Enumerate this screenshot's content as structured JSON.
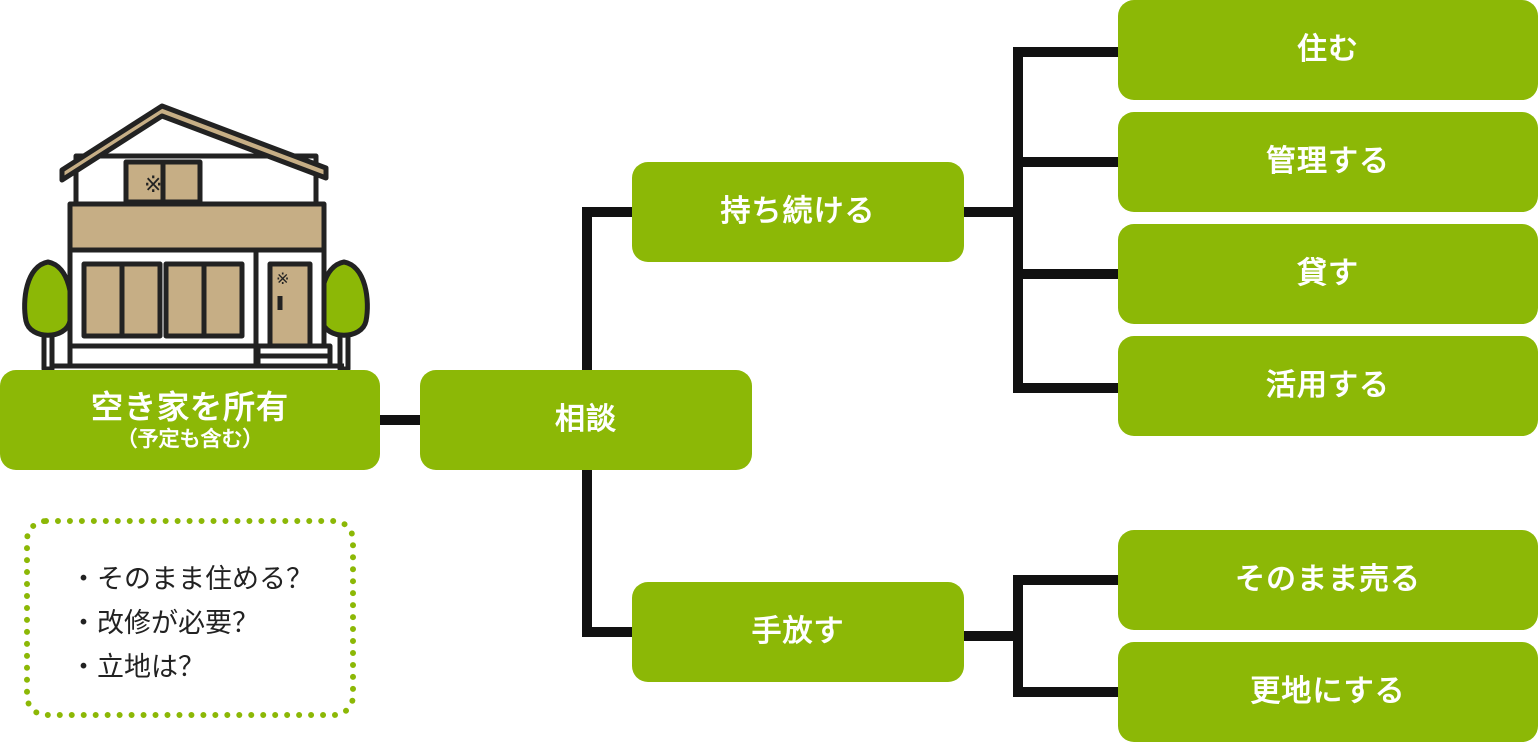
{
  "colors": {
    "node_fill": "#8cb806",
    "node_text": "#ffffff",
    "connector": "#111111",
    "house_tan": "#c6ae85",
    "tree_green": "#8cb806"
  },
  "illustration": {
    "house_icon": "house-icon",
    "tree_icon": "tree-icon"
  },
  "nodes": {
    "owner": {
      "label": "空き家を所有",
      "sub": "（予定も含む）"
    },
    "consult": {
      "label": "相談"
    },
    "keep": {
      "label": "持ち続ける"
    },
    "release": {
      "label": "手放す"
    },
    "live": {
      "label": "住む"
    },
    "manage": {
      "label": "管理する"
    },
    "rent": {
      "label": "貸す"
    },
    "use": {
      "label": "活用する"
    },
    "sell": {
      "label": "そのまま売る"
    },
    "vacant_lot": {
      "label": "更地にする"
    }
  },
  "note": {
    "items": [
      "そのまま住める？",
      "改修が必要？",
      "立地は？"
    ]
  }
}
